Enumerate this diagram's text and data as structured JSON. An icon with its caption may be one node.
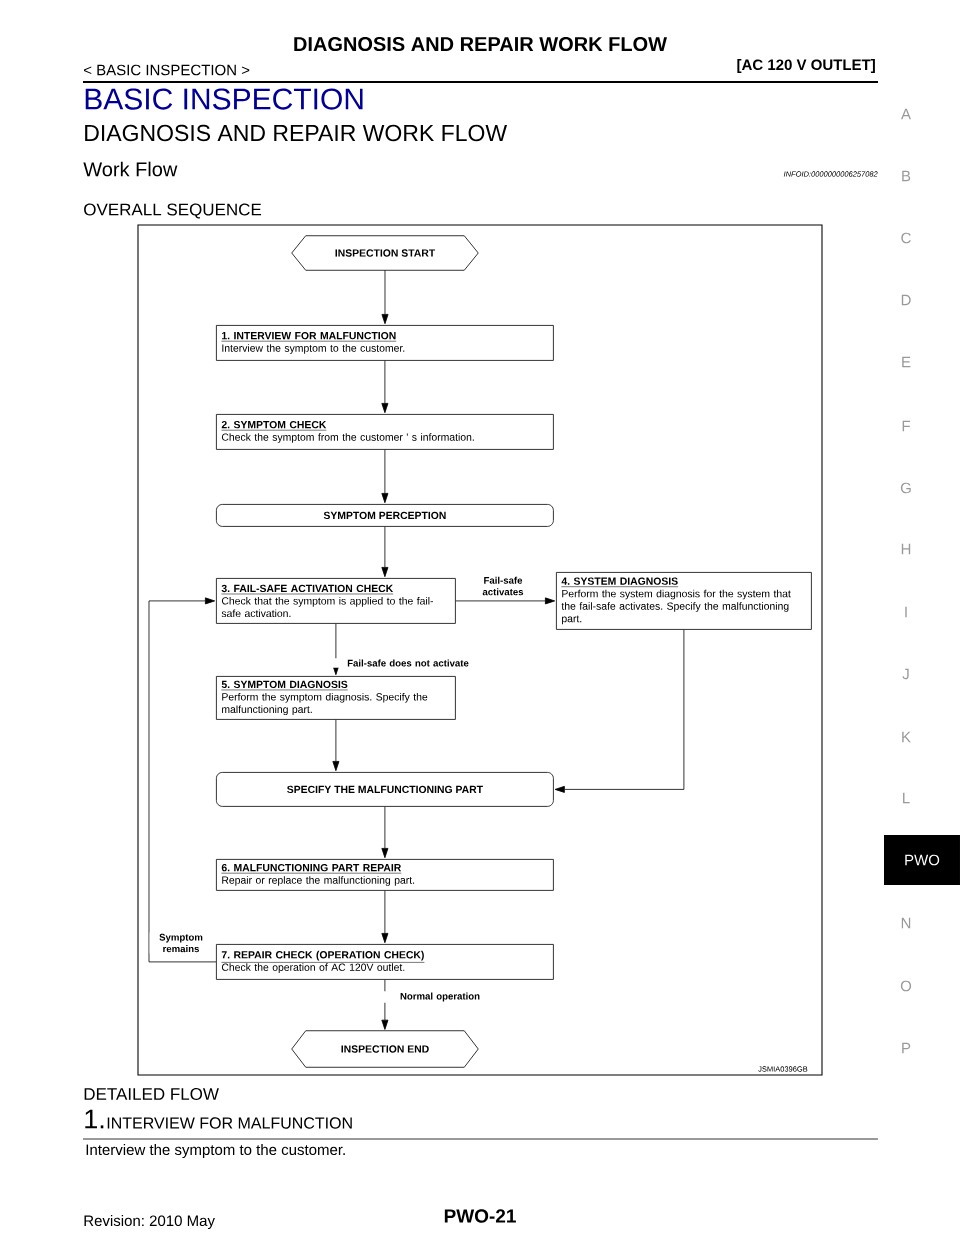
{
  "diagram": {
    "title": "DIAGNOSIS AND REPAIR WORK FLOW",
    "nodes": [
      {
        "text": [
          "INSPECTION START"
        ]
      },
      {
        "text": [
          "1. INTERVIEW FOR MALFUNCTION",
          "Interview the symptom to the customer."
        ]
      },
      {
        "text": [
          "2. SYMPTOM CHECK",
          "Check the symptom from the customer ' s information."
        ]
      },
      {
        "text": [
          "SYMPTOM PERCEPTION"
        ]
      },
      {
        "text": [
          "3. FAIL-SAFE ACTIVATION CHECK",
          "Check that the symptom is applied to the fail-safe activation."
        ]
      },
      {
        "text": [
          "4. SYSTEM DIAGNOSIS",
          "Perform the system diagnosis for the system that the fail-safe activates. Specify the malfunctioning part."
        ]
      },
      {
        "text": [
          "5. SYMPTOM DIAGNOSIS",
          "Perform the symptom diagnosis. Specify the malfunctioning part."
        ]
      },
      {
        "text": [
          "SPECIFY THE MALFUNCTIONING PART"
        ]
      },
      {
        "text": [
          "6. MALFUNCTIONING PART REPAIR",
          "Repair or replace the malfunctioning part."
        ]
      },
      {
        "text": [
          "7. REPAIR CHECK (OPERATION CHECK)",
          "Check the operation of AC 120V outlet."
        ]
      },
      {
        "text": [
          "INSPECTION END"
        ]
      }
    ],
    "edges": [
      {
        "from": 0,
        "to": 1,
        "arrow": "to"
      },
      {
        "from": 1,
        "to": 2,
        "arrow": "to"
      },
      {
        "from": 2,
        "to": 3,
        "arrow": "to"
      },
      {
        "from": 3,
        "to": 4,
        "arrow": "to"
      },
      {
        "from": 4,
        "to": 5,
        "arrow": "to",
        "label": "Fail-safe activates"
      },
      {
        "from": 4,
        "to": 6,
        "arrow": "to",
        "label": "Fail-safe does not activate"
      },
      {
        "from": 6,
        "to": 7,
        "arrow": "to"
      },
      {
        "from": 5,
        "to": 7,
        "arrow": "to"
      },
      {
        "from": 7,
        "to": 8,
        "arrow": "to"
      },
      {
        "from": 8,
        "to": 9,
        "arrow": "to"
      },
      {
        "from": 9,
        "to": 4,
        "arrow": "to",
        "label": "Symptom remains"
      },
      {
        "from": 9,
        "to": 10,
        "arrow": "to",
        "label": "Normal operation"
      }
    ],
    "labels": [
      "< BASIC INSPECTION >",
      "[AC 120 V OUTLET]",
      "BASIC INSPECTION",
      "DIAGNOSIS AND REPAIR WORK FLOW",
      "Work Flow",
      "INFOID:0000000006257082",
      "OVERALL SEQUENCE",
      "JSMIA0396GB",
      "DETAILED FLOW",
      "1.",
      "INTERVIEW FOR MALFUNCTION",
      "Interview the symptom to the customer.",
      "Revision: 2010 May",
      "PWO-21",
      "A",
      "B",
      "C",
      "D",
      "E",
      "F",
      "G",
      "H",
      "I",
      "J",
      "K",
      "L",
      "PWO",
      "N",
      "O",
      "P"
    ]
  }
}
